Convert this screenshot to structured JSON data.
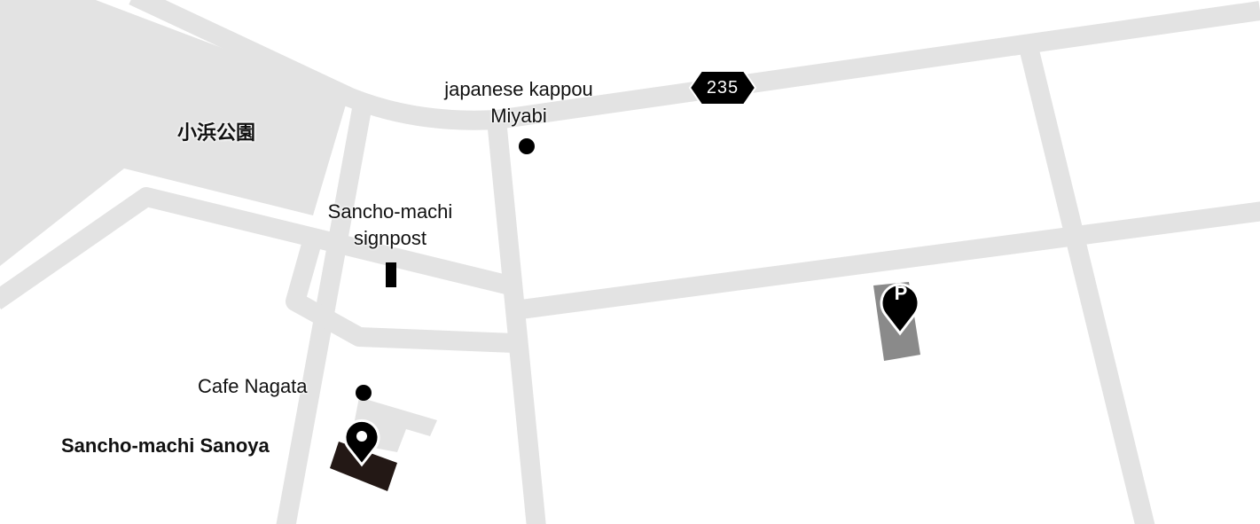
{
  "colors": {
    "road": "#e3e3e3",
    "park": "#e3e3e3",
    "parking": "#8a8a8a",
    "building": "#231815",
    "marker": "#000000"
  },
  "park": {
    "name": "小浜公園"
  },
  "route": {
    "number": "235"
  },
  "places": {
    "restaurant": {
      "line1": "japanese kappou",
      "line2": "Miyabi"
    },
    "signpost": {
      "line1": "Sancho-machi",
      "line2": "signpost"
    },
    "cafe": {
      "name": "Cafe Nagata"
    },
    "destination": {
      "name": "Sancho-machi Sanoya"
    }
  },
  "parking": {
    "label": "P"
  }
}
